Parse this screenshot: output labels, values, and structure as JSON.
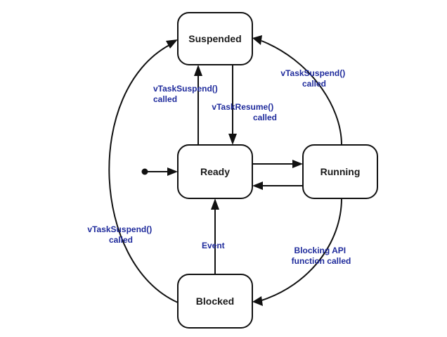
{
  "states": {
    "suspended": "Suspended",
    "ready": "Ready",
    "running": "Running",
    "blocked": "Blocked"
  },
  "edges": {
    "ready_to_suspended": [
      "vTaskSuspend()",
      "called"
    ],
    "suspended_to_ready": [
      "vTaskResume()",
      "called"
    ],
    "running_to_suspended": [
      "vTaskSuspend()",
      "called"
    ],
    "blocked_to_suspended": [
      "vTaskSuspend()",
      "called"
    ],
    "blocked_to_ready": [
      "Event"
    ],
    "running_to_blocked": [
      "Blocking API",
      "function called"
    ]
  },
  "colors": {
    "line": "#111111",
    "edge_label": "#1f2b9c",
    "state_label": "#1a1a1a"
  }
}
